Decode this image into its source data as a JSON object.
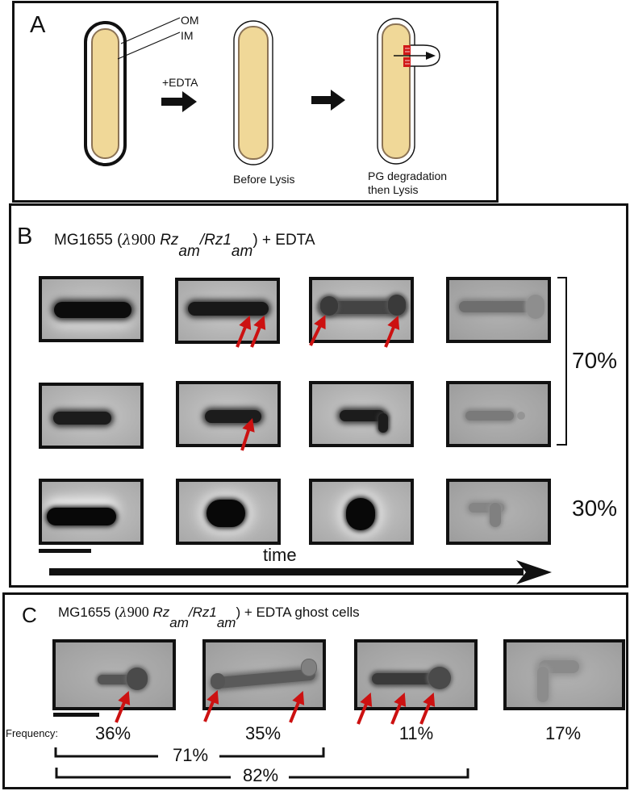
{
  "panelA": {
    "label": "A",
    "om_label": "OM",
    "im_label": "IM",
    "edta_label": "+EDTA",
    "before_lysis_label": "Before Lysis",
    "pg_label_line1": "PG degradation",
    "pg_label_line2": "then Lysis",
    "colors": {
      "cytoplasm": "#F0D898",
      "inner_membrane": "#8B7355",
      "outer_membrane": "#111111",
      "spanin": "#D01818"
    }
  },
  "panelB": {
    "label": "B",
    "strain": "MG1655 (",
    "lambda": "λ",
    "phage": "900",
    "gene1": "Rz",
    "sub1": "am",
    "slash": "/",
    "gene2": "Rz1",
    "sub2": "am",
    "suffix": ") + EDTA",
    "rows": [
      {
        "frames": 4,
        "arrows_per_frame": [
          0,
          2,
          2,
          0
        ]
      },
      {
        "frames": 4,
        "arrows_per_frame": [
          0,
          1,
          0,
          0
        ]
      },
      {
        "frames": 4,
        "arrows_per_frame": [
          0,
          0,
          0,
          0
        ]
      }
    ],
    "group1_percent": "70%",
    "group2_percent": "30%",
    "time_label": "time"
  },
  "panelC": {
    "label": "C",
    "strain": "MG1655 (",
    "lambda": "λ",
    "phage": "900",
    "gene1": "Rz",
    "sub1": "am",
    "slash": "/",
    "gene2": "Rz1",
    "sub2": "am",
    "suffix": ") + EDTA ghost cells",
    "frequency_label": "Frequency:",
    "frequencies": [
      "36%",
      "35%",
      "11%",
      "17%"
    ],
    "arrows_per_frame": [
      1,
      2,
      3,
      0
    ],
    "bracket1_percent": "71%",
    "bracket2_percent": "82%"
  },
  "colors": {
    "arrow_red": "#CC1111",
    "frame_border": "#111111"
  }
}
